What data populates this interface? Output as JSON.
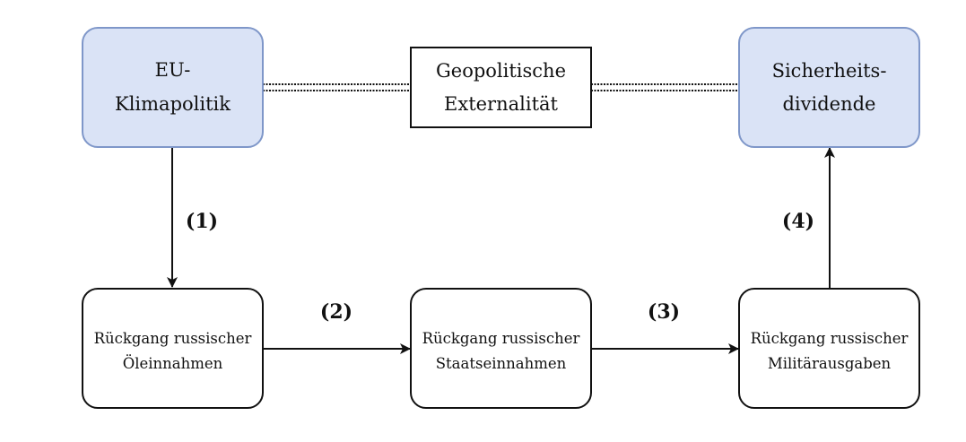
{
  "nodes": {
    "eu_klimapolitik": {
      "lines": [
        "EU-",
        "Klimapolitik"
      ],
      "style": "highlight"
    },
    "geopolitische_externalitaet": {
      "lines": [
        "Geopolitische",
        "Externalität"
      ],
      "style": "plain-rect"
    },
    "sicherheitsdividende": {
      "lines": [
        "Sicherheits-",
        "dividende"
      ],
      "style": "highlight"
    },
    "oeleinnahmen": {
      "lines": [
        "Rückgang russischer",
        "Öleinnahmen"
      ],
      "style": "rounded"
    },
    "staatseinnahmen": {
      "lines": [
        "Rückgang russischer",
        "Staatseinnahmen"
      ],
      "style": "rounded"
    },
    "militaerausgaben": {
      "lines": [
        "Rückgang russischer",
        "Militärausgaben"
      ],
      "style": "rounded"
    }
  },
  "steps": [
    "(1)",
    "(2)",
    "(3)",
    "(4)"
  ],
  "colors": {
    "highlight_fill": "#dae3f6",
    "highlight_stroke": "#7f97c9",
    "stroke": "#111111",
    "background": "#ffffff"
  }
}
